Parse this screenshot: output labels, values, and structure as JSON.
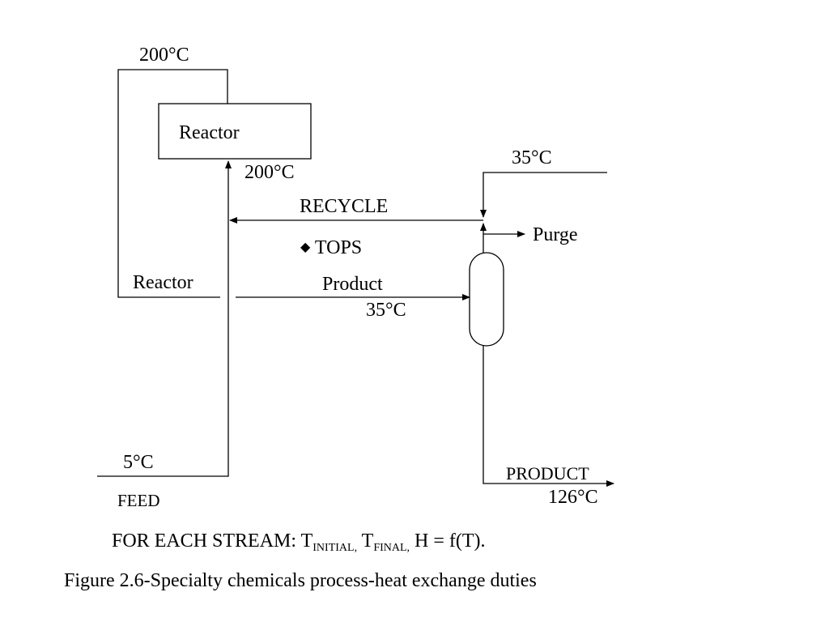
{
  "labels": {
    "reactor_top_temp": "200°C",
    "reactor_box": "Reactor",
    "reactor_outlet_temp": "200°C",
    "cooling_temp": "35°C",
    "recycle": "RECYCLE",
    "purge": "Purge",
    "tops": "TOPS",
    "tops_bullet": "◆",
    "reactor_left": "Reactor",
    "product_stream": "Product",
    "product_stream_temp": "35°C",
    "feed_temp": "5°C",
    "feed": "FEED",
    "product_out": "PRODUCT",
    "product_out_temp": "126°C"
  },
  "caption": {
    "prefix": "FOR EACH STREAM: T",
    "sub_initial": "INITIAL,",
    "mid": " T",
    "sub_final": "FINAL,",
    "suffix": " H = f(T)."
  },
  "figure_title": "Figure 2.6-Specialty chemicals process-heat exchange duties"
}
